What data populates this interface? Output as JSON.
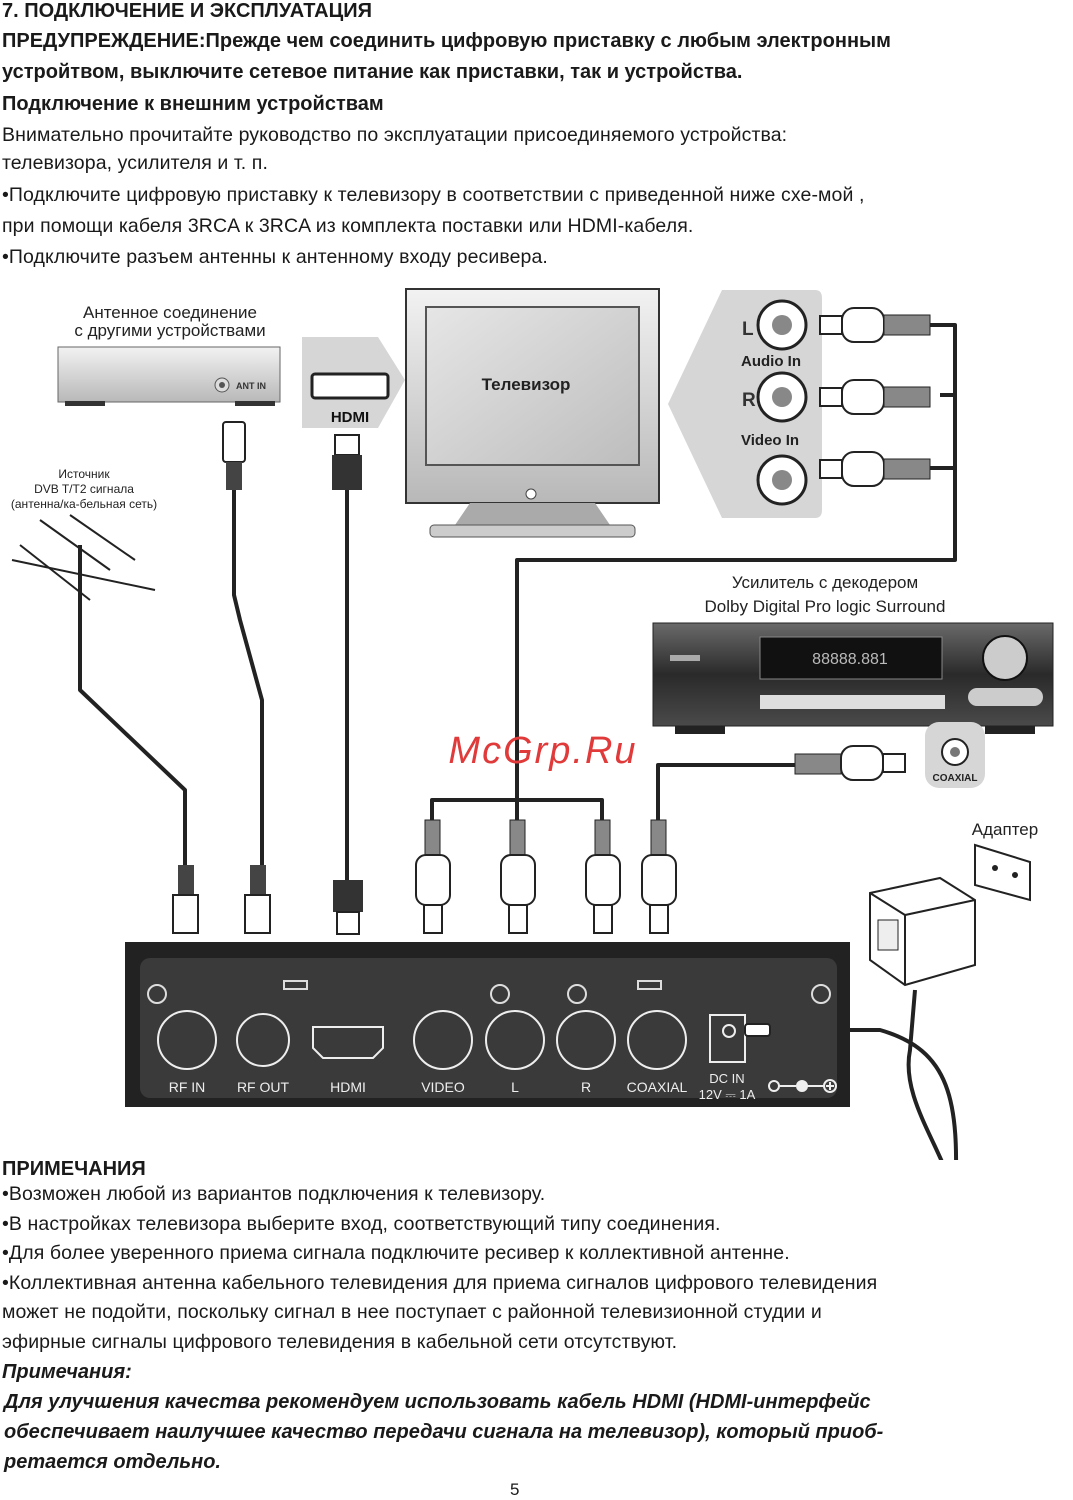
{
  "header": {
    "section_title": "7. ПОДКЛЮЧЕНИЕ И ЭКСПЛУАТАЦИЯ",
    "warning_line1": "ПРЕДУПРЕЖДЕНИЕ:Прежде чем соединить цифровую приставку с любым электронным",
    "warning_line2": "устройтвом, выключите сетевое питание как приставки, так и устройства.",
    "subheading": "Подключение к внешним устройствам"
  },
  "intro": {
    "line1": "Внимательно прочитайте руководство по эксплуатации присоединяемого устройства:",
    "line2": "телевизора, усилителя и т. п.",
    "bullet1_line1": "•Подключите цифровую приставку к телевизору в соответствии с приведенной ниже схе-мой ,",
    "bullet1_line2": "при помощи кабеля 3RCA к 3RCA из комплекта поставки или HDMI-кабеля.",
    "bullet2": "•Подключите разъем антенны к антенному входу ресивера."
  },
  "diagram": {
    "antenna_device_line1": "Антенное соединение",
    "antenna_device_line2": "с другими устройствами",
    "ant_in": "ANT IN",
    "source_line1": "Источник",
    "source_line2": "DVB T/T2 сигнала",
    "source_line3": "(антенна/ка-бельная сеть)",
    "tv_label": "Телевизор",
    "hdmi_badge": "HDMI",
    "audio_l": "L",
    "audio_r": "R",
    "audio_in": "Audio In",
    "video_in": "Video In",
    "amp_line1": "Усилитель с декодером",
    "amp_line2": "Dolby Digital Pro logic Surround",
    "amp_display": "88888.881",
    "coaxial_badge": "COAXIAL",
    "watermark": "McGrp.Ru",
    "adapter": "Адаптер",
    "panel": {
      "rf_in": "RF IN",
      "rf_out": "RF OUT",
      "hdmi": "HDMI",
      "video": "VIDEO",
      "l": "L",
      "r": "R",
      "coaxial": "COAXIAL",
      "dc_in": "DC IN",
      "dc_spec": "12V ⎓ 1A"
    }
  },
  "notes": {
    "title": "ПРИМЕЧАНИЯ",
    "item1": "•Возможен любой из вариантов подключения к телевизору.",
    "item2": "•В настройках телевизора выберите вход, соответствующий типу соединения.",
    "item3": "•Для более уверенного приема сигнала подключите ресивер к коллективной антенне.",
    "item4_line1": "•Коллективная антенна кабельного телевидения для приема сигналов цифрового телевидения",
    "item4_line2": "может не подойти, поскольку сигнал в нее поступает с районной телевизионной студии и",
    "item4_line3": "эфирные сигналы цифрового телевидения в кабельной сети отсутствуют.",
    "remark_title": "Примечания:",
    "remark_line1": "Для улучшения качества рекомендуем использовать кабель HDMI (HDMI-интерфейс",
    "remark_line2": "обеспечивает наилучшее качество передачи сигнала на телевизор), который приоб-",
    "remark_line3": "ретается отдельно."
  },
  "footer": {
    "page_number": "5"
  }
}
